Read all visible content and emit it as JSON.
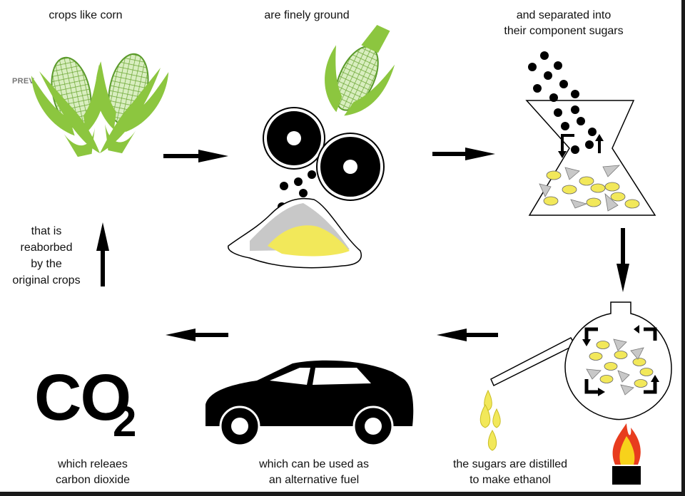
{
  "prev_label": "PREV",
  "captions": {
    "crops": [
      "crops like corn"
    ],
    "ground": [
      "are finely ground"
    ],
    "separated": [
      "and separated into",
      "their component sugars"
    ],
    "distilled": [
      "the sugars are distilled",
      "to make ethanol"
    ],
    "fuel": [
      "which can be used as",
      "an alternative fuel"
    ],
    "releases": [
      "which releaes",
      "carbon dioxide"
    ],
    "reabsorbed": [
      "that is",
      "reaborbed",
      "by the",
      "original crops"
    ]
  },
  "co2": {
    "main": "CO",
    "subscript": "2"
  },
  "colors": {
    "corn_green": "#8cc63f",
    "corn_dark": "#5a9a2a",
    "kernel_fill": "#d9eec0",
    "sugar_yellow": "#f2e85a",
    "sugar_gray": "#c8c8c8",
    "flame_red": "#e83c1e",
    "flame_yellow": "#f7d21b",
    "ink": "#000000"
  },
  "icons": {
    "corn": "corn-icon",
    "grinder": "grinder-rollers-icon",
    "flask": "separation-flask-icon",
    "still": "distillation-flask-icon",
    "flame": "flame-icon",
    "droplets": "ethanol-droplets-icon",
    "car": "car-icon"
  }
}
